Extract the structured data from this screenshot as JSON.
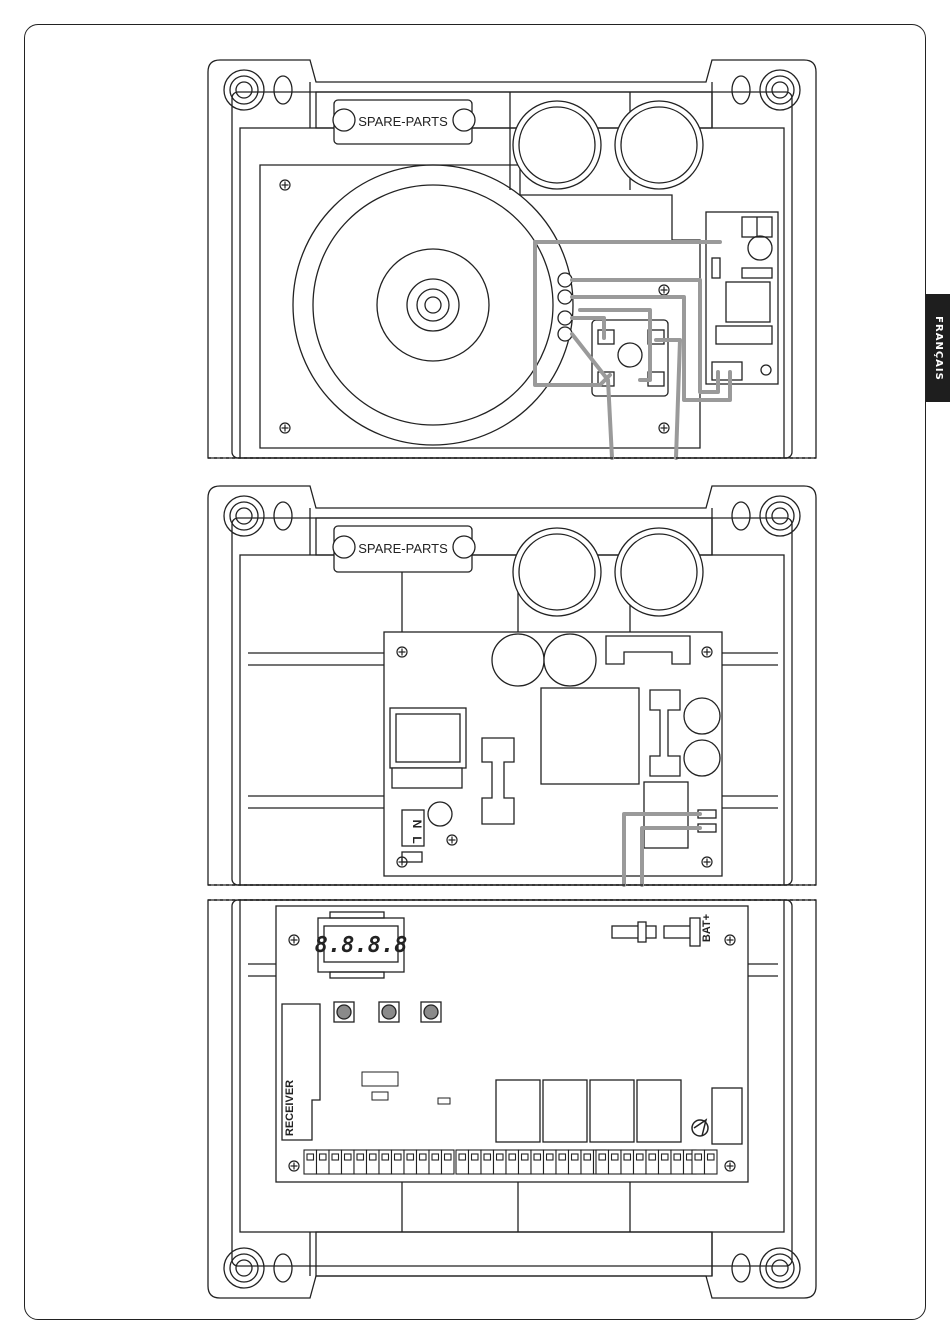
{
  "side_tab": {
    "language": "FRANÇAIS"
  },
  "upper_box": {
    "spare_parts_label": "SPARE-PARTS"
  },
  "middle_box": {
    "spare_parts_label": "SPARE-PARTS",
    "terminal_n": "N",
    "terminal_l": "L"
  },
  "control_board": {
    "display": "8.8.8.8",
    "battery_label": "BAT+",
    "receiver_label": "RECEIVER",
    "logo": "came-logo"
  },
  "colors": {
    "line": "#222222",
    "wire": "#9a9a9a",
    "button_fill": "#8a8a8a",
    "side_tab": "#1e1e1e"
  }
}
